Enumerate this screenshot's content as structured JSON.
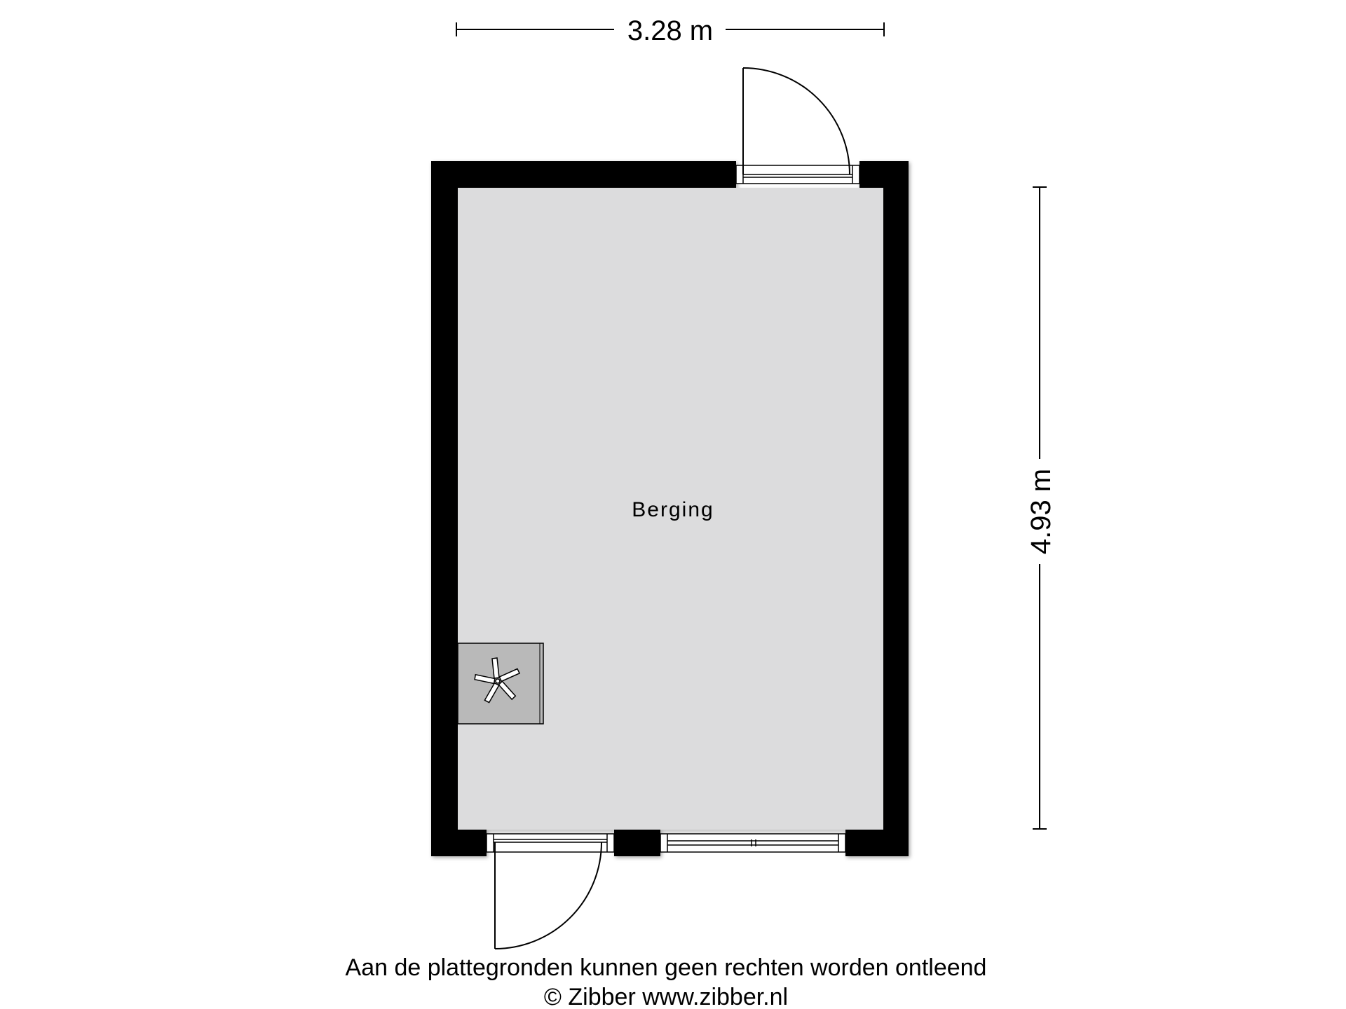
{
  "plan": {
    "room": {
      "name": "Berging"
    },
    "dimensions": {
      "width": "3.28 m",
      "depth": "4.93 m"
    },
    "fixtures": {
      "boiler": "fan-icon"
    }
  },
  "footer": {
    "disclaimer": "Aan de plattegronden kunnen geen rechten worden ontleend",
    "copyright": "© Zibber www.zibber.nl"
  },
  "colors": {
    "wall": "#000000",
    "floor": "#dcdcdd",
    "fixture": "#b9b9b9",
    "background": "#ffffff"
  }
}
